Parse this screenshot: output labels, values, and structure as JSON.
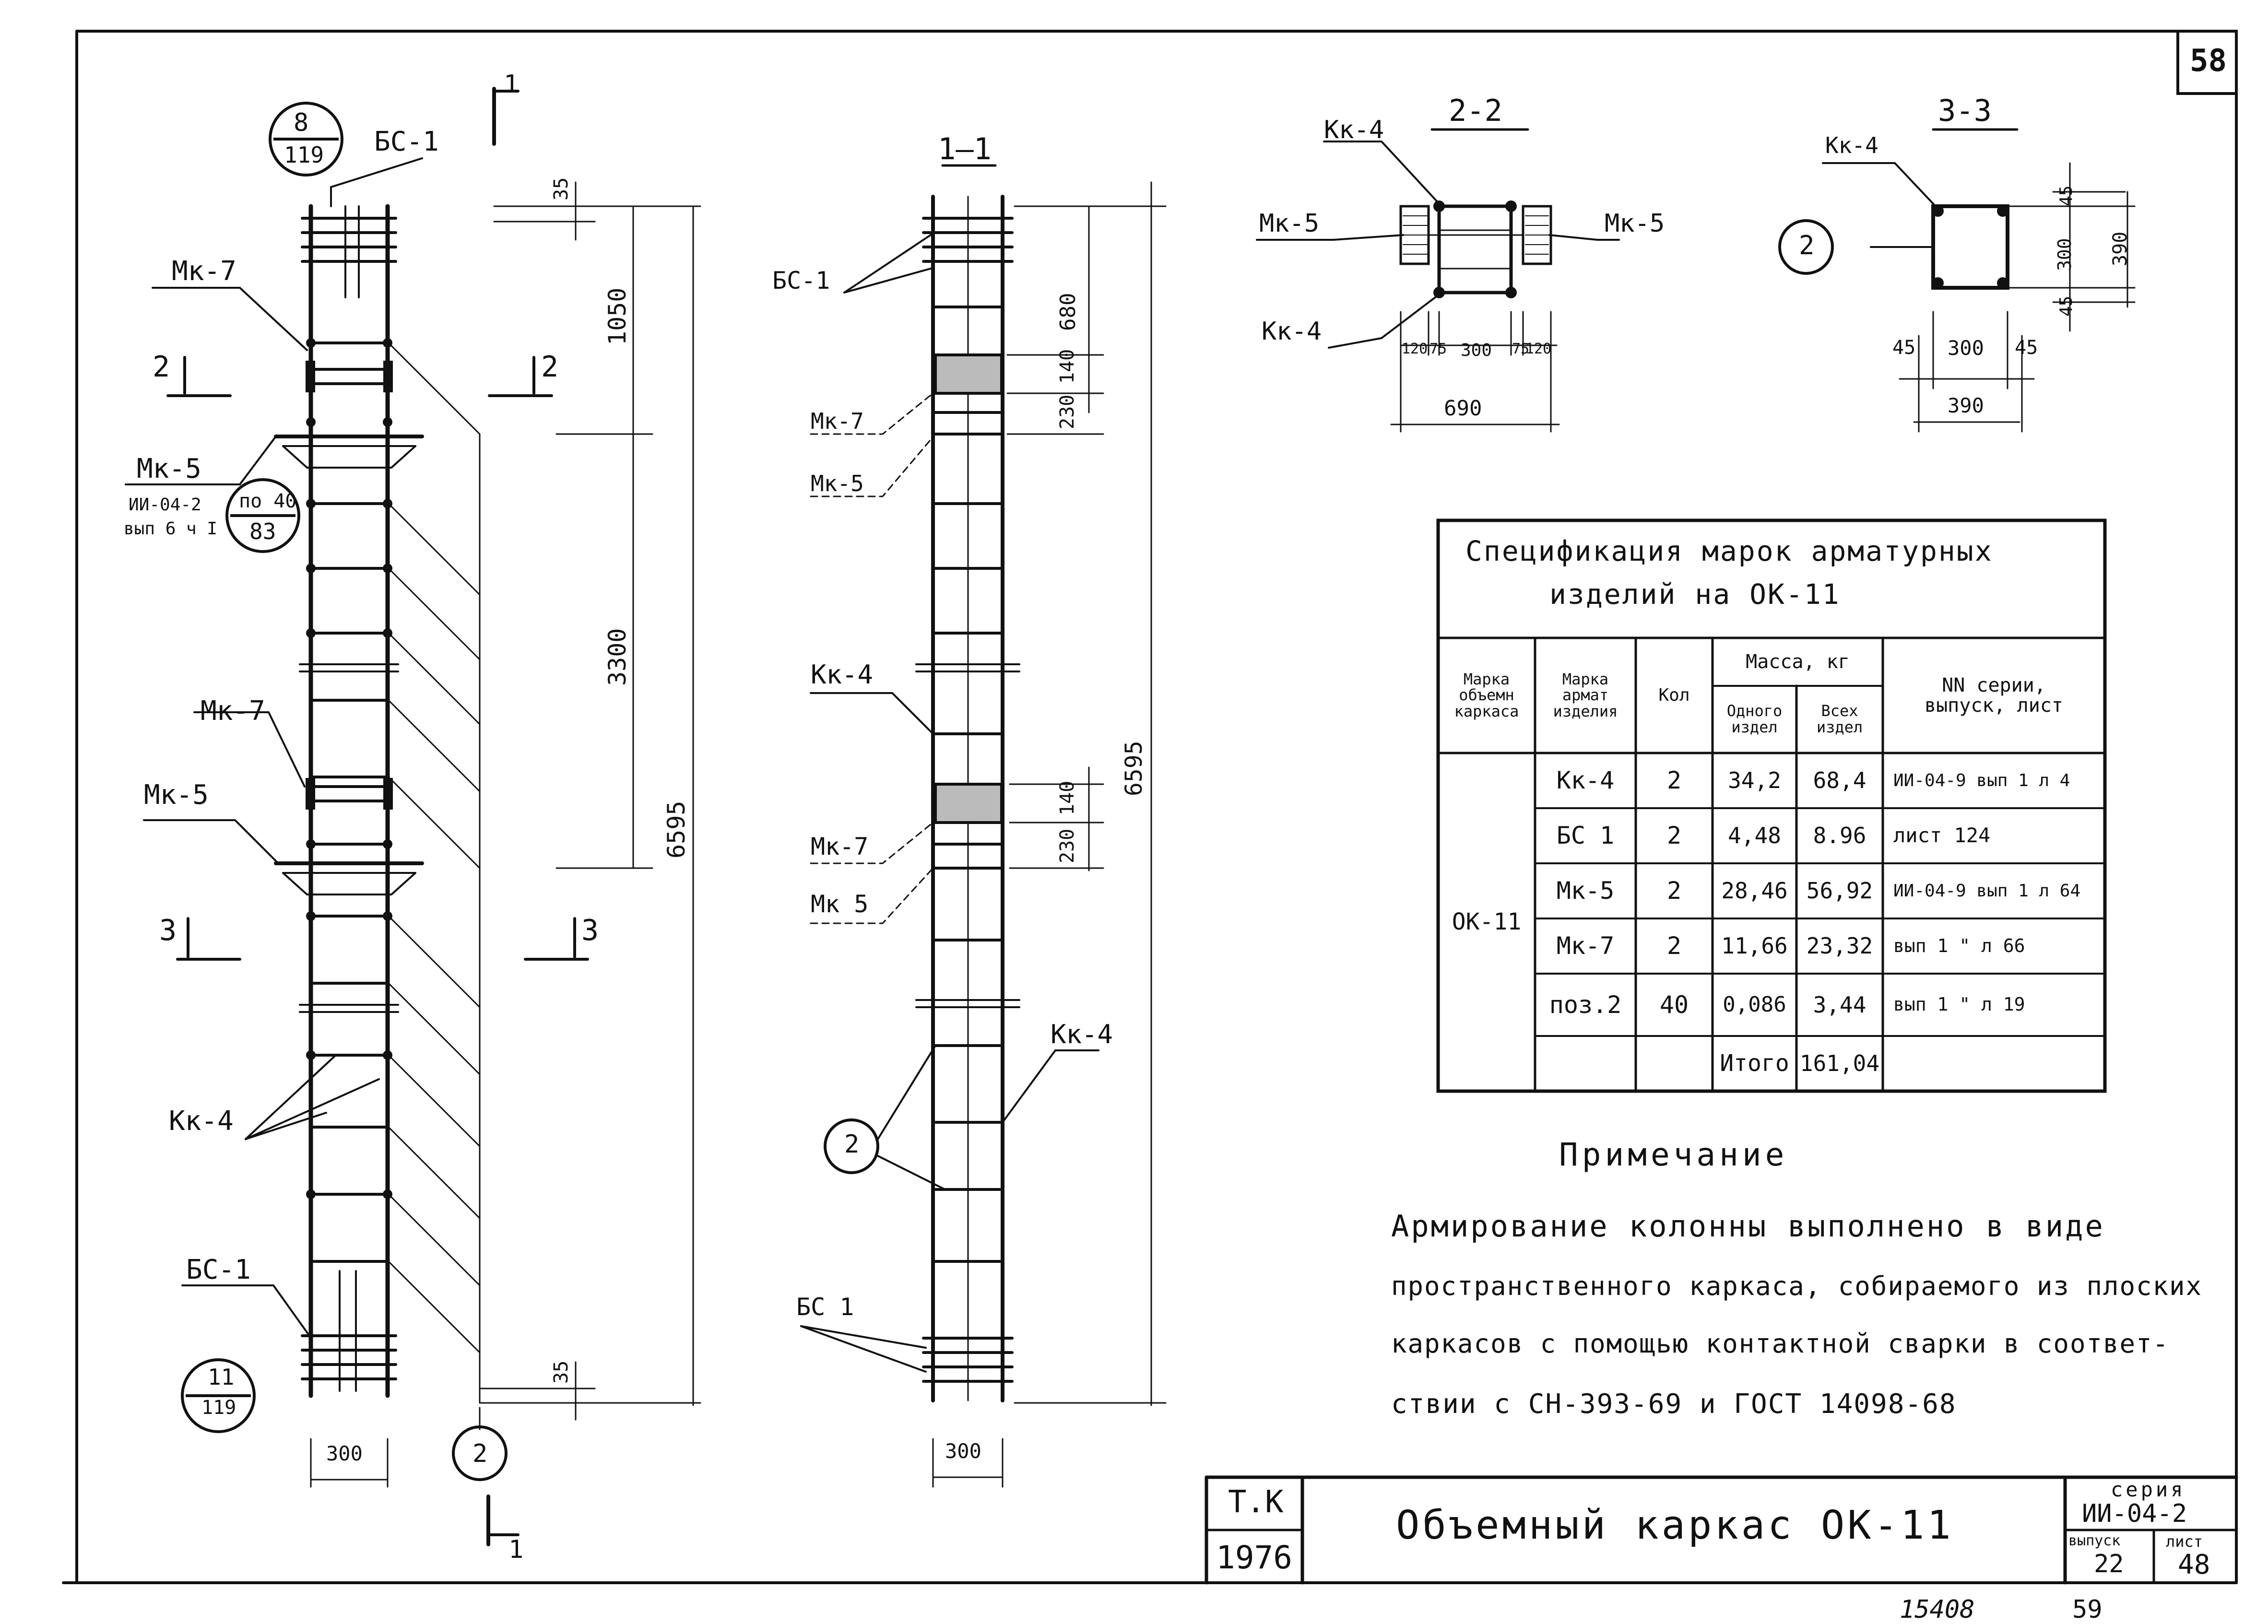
{
  "sheet": {
    "number": "58",
    "bottom_left": "15408",
    "bottom_right": "59"
  },
  "elevation": {
    "top_callout": {
      "num": "8",
      "den": "119"
    },
    "bottom_callout": {
      "num": "11",
      "den": "119"
    },
    "section_mark": "1",
    "labels": {
      "bs1_top": "БС-1",
      "mk7_top": "Мк-7",
      "mk5_ref": "Мк-5",
      "ref_series": "ИИ-04-2",
      "ref_issue": "вып 6 ч I",
      "mk5_callout_num": "по 40",
      "mk5_callout_den": "83",
      "mk7_mid": "Мк-7",
      "mk5_mid": "Мк-5",
      "kk4": "Кк-4",
      "bs1_bot": "БС-1",
      "pos2": "2",
      "sec2": "2",
      "sec3": "3"
    },
    "dims": {
      "d35_top": "35",
      "d1050": "1050",
      "d3300": "3300",
      "d6595": "6595",
      "d35_bot": "35",
      "d300": "300"
    }
  },
  "section_1_1": {
    "title": "1—1",
    "labels": {
      "bs1_top": "БС-1",
      "mk7": "Мк-7",
      "mk5": "Мк-5",
      "kk4": "Кк-4",
      "mk7_b": "Мк-7",
      "mk5_b": "Мк 5",
      "kk4_r": "Кк-4",
      "pos2": "2",
      "bs1_bot": "БС 1"
    },
    "dims": {
      "d680": "680",
      "d140a": "140",
      "d230a": "230",
      "d6595": "6595",
      "d140b": "140",
      "d230b": "230",
      "d300": "300"
    }
  },
  "section_2_2": {
    "title": "2-2",
    "labels": {
      "kk4_top": "Кк-4",
      "mk5_left": "Мк-5",
      "mk5_right": "Мк-5",
      "kk4_bot": "Кк-4"
    },
    "dims": {
      "d120a": "120",
      "d75a": "75",
      "d300": "300",
      "d75b": "75",
      "d120b": "120",
      "d690": "690"
    }
  },
  "section_3_3": {
    "title": "3-3",
    "labels": {
      "kk4": "Кк-4",
      "pos2": "2"
    },
    "dims": {
      "d45t": "45",
      "d300v": "300",
      "d45b": "45",
      "d390v": "390",
      "d45l": "45",
      "d300h": "300",
      "d45r": "45",
      "d390h": "390"
    }
  },
  "spec_table": {
    "title_line1": "Спецификация марок арматурных",
    "title_line2": "изделий на ОК-11",
    "headers": {
      "col1": "Марка объемн каркаса",
      "col2": "Марка армат изделия",
      "col3": "Кол",
      "mass": "Масса, кг",
      "mass_one": "Одного издел",
      "mass_all": "Всех издел",
      "series": "NN серии, выпуск, лист"
    },
    "frame_mark": "ОК-11",
    "rows": [
      {
        "mark": "Кк-4",
        "qty": "2",
        "one": "34,2",
        "all": "68,4",
        "ref": "ИИ-04-9 вып 1 л 4"
      },
      {
        "mark": "БС 1",
        "qty": "2",
        "one": "4,48",
        "all": "8.96",
        "ref": "лист 124"
      },
      {
        "mark": "Мк-5",
        "qty": "2",
        "one": "28,46",
        "all": "56,92",
        "ref": "ИИ-04-9 вып 1 л 64"
      },
      {
        "mark": "Мк-7",
        "qty": "2",
        "one": "11,66",
        "all": "23,32",
        "ref": "вып 1 \" л 66"
      },
      {
        "mark": "поз.2",
        "qty": "40",
        "one": "0,086",
        "all": "3,44",
        "ref": "вып 1 \" л 19"
      }
    ],
    "total_label": "Итого",
    "total_value": "161,04"
  },
  "note": {
    "heading": "Примечание",
    "line1": "Армирование колонны выполнено в виде",
    "line2": "пространственного каркаса, собираемого из плоских",
    "line3": "каркасов с помощью контактной сварки в соответ-",
    "line4": "ствии с СН-393-69 и ГОСТ 14098-68"
  },
  "title_block": {
    "org": "Т.К",
    "year": "1976",
    "title": "Объемный каркас ОК-11",
    "series_label": "серия",
    "series_value": "ИИ-04-2",
    "issue_label": "выпуск",
    "issue_value": "22",
    "sheet_label": "лист",
    "sheet_value": "48"
  }
}
